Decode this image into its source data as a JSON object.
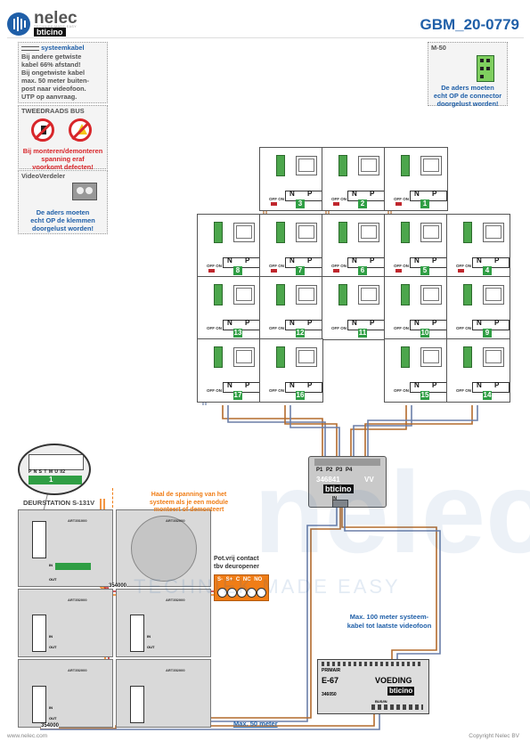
{
  "header": {
    "logo_name": "nelec",
    "logo_sub": "bticino",
    "logo_tagline": "TECHNIEK MADE EASY",
    "code": "GBM_20-0779"
  },
  "notes": {
    "systemcable_title": "systeemkabel",
    "systemcable_lines": [
      "Bij andere getwiste",
      "kabel 66% afstand!",
      "Bij ongetwiste kabel",
      "max. 50 meter buiten-",
      "post naar videofoon.",
      "UTP op aanvraag."
    ],
    "bus_title": "TWEEDRAADS BUS",
    "bus_warning": [
      "Bij monteren/demonteren",
      "spanning eraf",
      "voorkomt defecten!"
    ],
    "distributor_title": "VideoVerdeler",
    "distributor_warning": [
      "De aders moeten",
      "echt OP de klemmen",
      "doorgelust worden!"
    ],
    "m50_title": "M-50",
    "m50_warning": [
      "De aders moeten",
      "echt OP de connector",
      "doorgelust worden!"
    ]
  },
  "monitors": {
    "np_n": "N",
    "np_p": "P",
    "offon": "OFF ON",
    "numbers": [
      "1",
      "2",
      "3",
      "4",
      "5",
      "6",
      "7",
      "8",
      "9",
      "10",
      "11",
      "12",
      "13",
      "14",
      "15",
      "16",
      "17"
    ]
  },
  "distributor": {
    "ports": [
      "P1",
      "P2",
      "P3",
      "P4"
    ],
    "model": "346841",
    "vv": "VV",
    "brand": "bticino",
    "in_label": "IN"
  },
  "door_station": {
    "title": "DEURSTATION S-131V",
    "dip_labels": [
      "P",
      "N",
      "S",
      "T",
      "M",
      "U",
      "I/2"
    ],
    "dip_value": "1",
    "warning": [
      "Haal de spanning van het",
      "systeem als je een module",
      "monteert of demonteert"
    ],
    "module_code": "354000",
    "module_code_bottom": "354000",
    "art_labels": [
      "ART351000",
      "ART352000",
      "ART352000",
      "ART352000",
      "ART352000",
      "ART352000"
    ],
    "in_label": "IN",
    "out_label": "OUT"
  },
  "contact": {
    "title": [
      "Pot.vrij contact",
      "tbv deuropener"
    ],
    "terminals": [
      "S-",
      "S+",
      "C",
      "NC",
      "NO"
    ]
  },
  "power_supply": {
    "primary": "PRIMAIR",
    "model": "E-67",
    "title": "VOEDING",
    "brand": "bticino",
    "code": "346050",
    "bus_label": "BUS/IN"
  },
  "annotations": {
    "max100": [
      "Max. 100 meter systeem-",
      "kabel tot laatste videofoon"
    ],
    "max50": "Max. 50 meter"
  },
  "watermark": {
    "word": "nelec",
    "tagline": "TECHNIEK MADE EASY"
  },
  "footer": {
    "left": "www.nelec.com",
    "right": "Copyright Nelec BV"
  },
  "colors": {
    "brand_blue": "#1f5fa8",
    "accent_orange": "#f07d16",
    "warning_red": "#d8262a",
    "terminal_green": "#2f9e44"
  }
}
